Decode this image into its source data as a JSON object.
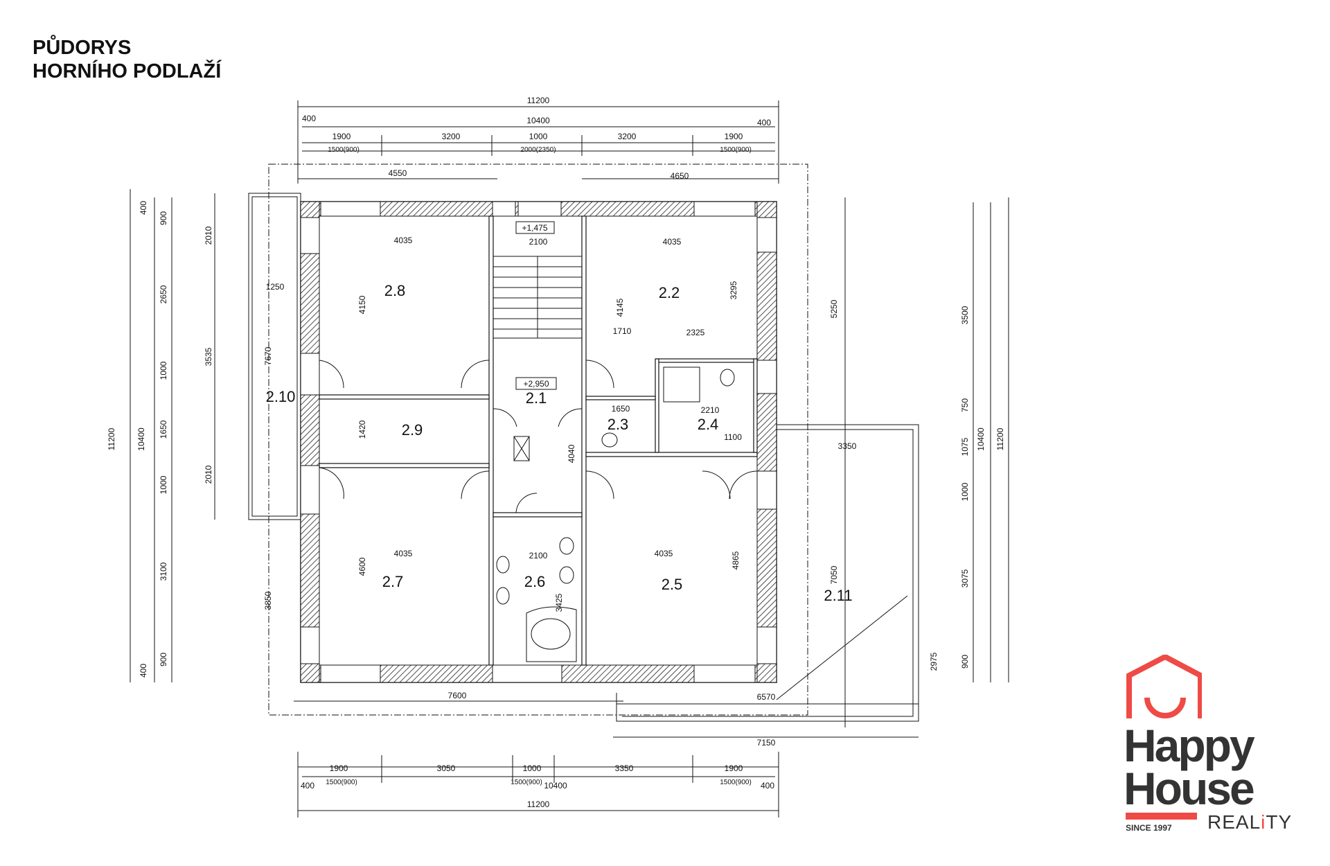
{
  "title": {
    "line1": "PŮDORYS",
    "line2": "HORNÍHO PODLAŽÍ"
  },
  "rooms": [
    "2.1",
    "2.2",
    "2.3",
    "2.4",
    "2.5",
    "2.6",
    "2.7",
    "2.8",
    "2.9",
    "2.10",
    "2.11"
  ],
  "levels": [
    "+1,475",
    "+2,950"
  ],
  "dimensions": {
    "top": [
      "11200",
      "10400",
      "400",
      "400",
      "1900",
      "3200",
      "1000",
      "3200",
      "1900",
      "1500(900)",
      "2000(2350)",
      "1500(900)",
      "4550",
      "4650"
    ],
    "bottom": [
      "1900",
      "3050",
      "1000",
      "3350",
      "1900",
      "1500(900)",
      "1500(900)",
      "10400",
      "1500(900)",
      "400",
      "400",
      "11200",
      "7600",
      "6570",
      "7150"
    ],
    "left": [
      "11200",
      "10400",
      "400",
      "900",
      "2650",
      "1000",
      "1650",
      "1000",
      "3100",
      "900",
      "400",
      "2010",
      "3535",
      "2010",
      "7670",
      "3850",
      "1250"
    ],
    "right": [
      "11200",
      "10400",
      "3500",
      "750",
      "1075",
      "1000",
      "3075",
      "900",
      "5250",
      "7050",
      "2975"
    ],
    "interior": [
      "4035",
      "4035",
      "4035",
      "4035",
      "4150",
      "4145",
      "3295",
      "4600",
      "4865",
      "1420",
      "2100",
      "2100",
      "1710",
      "2325",
      "3350",
      "1650",
      "2210",
      "1100",
      "3425",
      "4040"
    ]
  },
  "logo": {
    "brand_line1": "Happy",
    "brand_line2": "House",
    "reality": "REAL",
    "reality_i": "i",
    "reality_end": "TY",
    "since": "SINCE 1997"
  },
  "colors": {
    "brand_red": "#ef4a45",
    "brand_dark": "#333333",
    "line": "#111111"
  }
}
